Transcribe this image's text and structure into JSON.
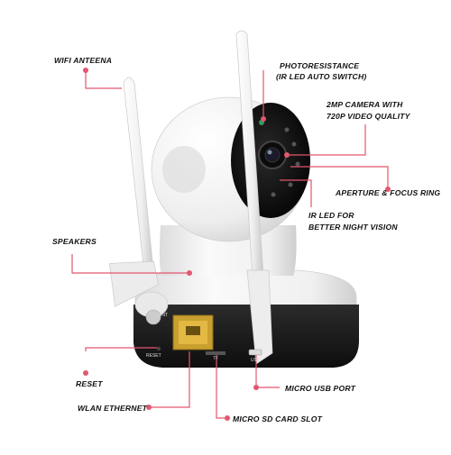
{
  "labels": {
    "wifi_antenna": "WIFI ANTEENA",
    "photoresistance_line1": "PHOTORESISTANCE",
    "photoresistance_line2": "(IR LED AUTO SWITCH)",
    "camera_line1": "2MP CAMERA WITH",
    "camera_line2": "720P VIDEO QUALITY",
    "aperture": "APERTURE & FOCUS RING",
    "ir_led_line1": "IR LED FOR",
    "ir_led_line2": "BETTER NIGHT VISION",
    "speakers": "SPEAKERS",
    "reset": "RESET",
    "wlan_ethernet": "WLAN ETHERNET",
    "micro_usb": "MICRO USB PORT",
    "micro_sd": "MICRO SD CARD SLOT"
  },
  "device_marks": {
    "ant": "ANT",
    "reset": "RESET",
    "tf": "TF",
    "usb": "USB"
  },
  "colors": {
    "callout": "#e3566f",
    "body_white": "#f4f4f4",
    "base_black": "#1a1a1a",
    "ethernet_gold": "#c9a030"
  }
}
